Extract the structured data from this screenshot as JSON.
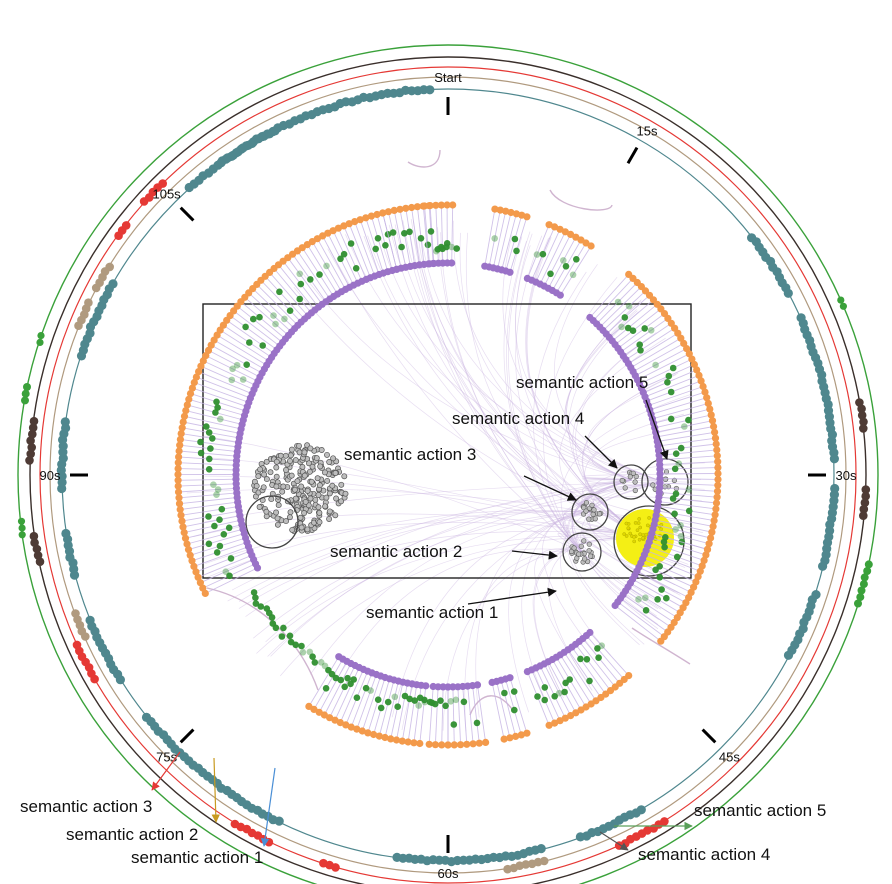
{
  "time_ticks": [
    {
      "label": "Start",
      "angle": 0
    },
    {
      "label": "15s",
      "angle": 30
    },
    {
      "label": "30s",
      "angle": 90
    },
    {
      "label": "45s",
      "angle": 135
    },
    {
      "label": "60s",
      "angle": 180
    },
    {
      "label": "75s",
      "angle": 225
    },
    {
      "label": "90s",
      "angle": 270
    },
    {
      "label": "105s",
      "angle": 315
    }
  ],
  "inner_annotations": [
    {
      "label": "semantic action 1"
    },
    {
      "label": "semantic action 2"
    },
    {
      "label": "semantic action 3"
    },
    {
      "label": "semantic action 4"
    },
    {
      "label": "semantic action 5"
    }
  ],
  "outer_annotations": [
    {
      "label": "semantic action 3"
    },
    {
      "label": "semantic action 2"
    },
    {
      "label": "semantic action 1"
    },
    {
      "label": "semantic action 5"
    },
    {
      "label": "semantic action 4"
    }
  ],
  "colors": {
    "frame_node": "#f39a4b",
    "purple_node": "#9a72c7",
    "green_node": "#2f8f2f",
    "teal_track": "#4f878e",
    "tan_track": "#b09a7f",
    "red_track": "#e53935",
    "dark_track": "#4e3b35",
    "green_track": "#3aa13a",
    "link": "#c9b3e0",
    "highlight": "#f4ef15"
  }
}
